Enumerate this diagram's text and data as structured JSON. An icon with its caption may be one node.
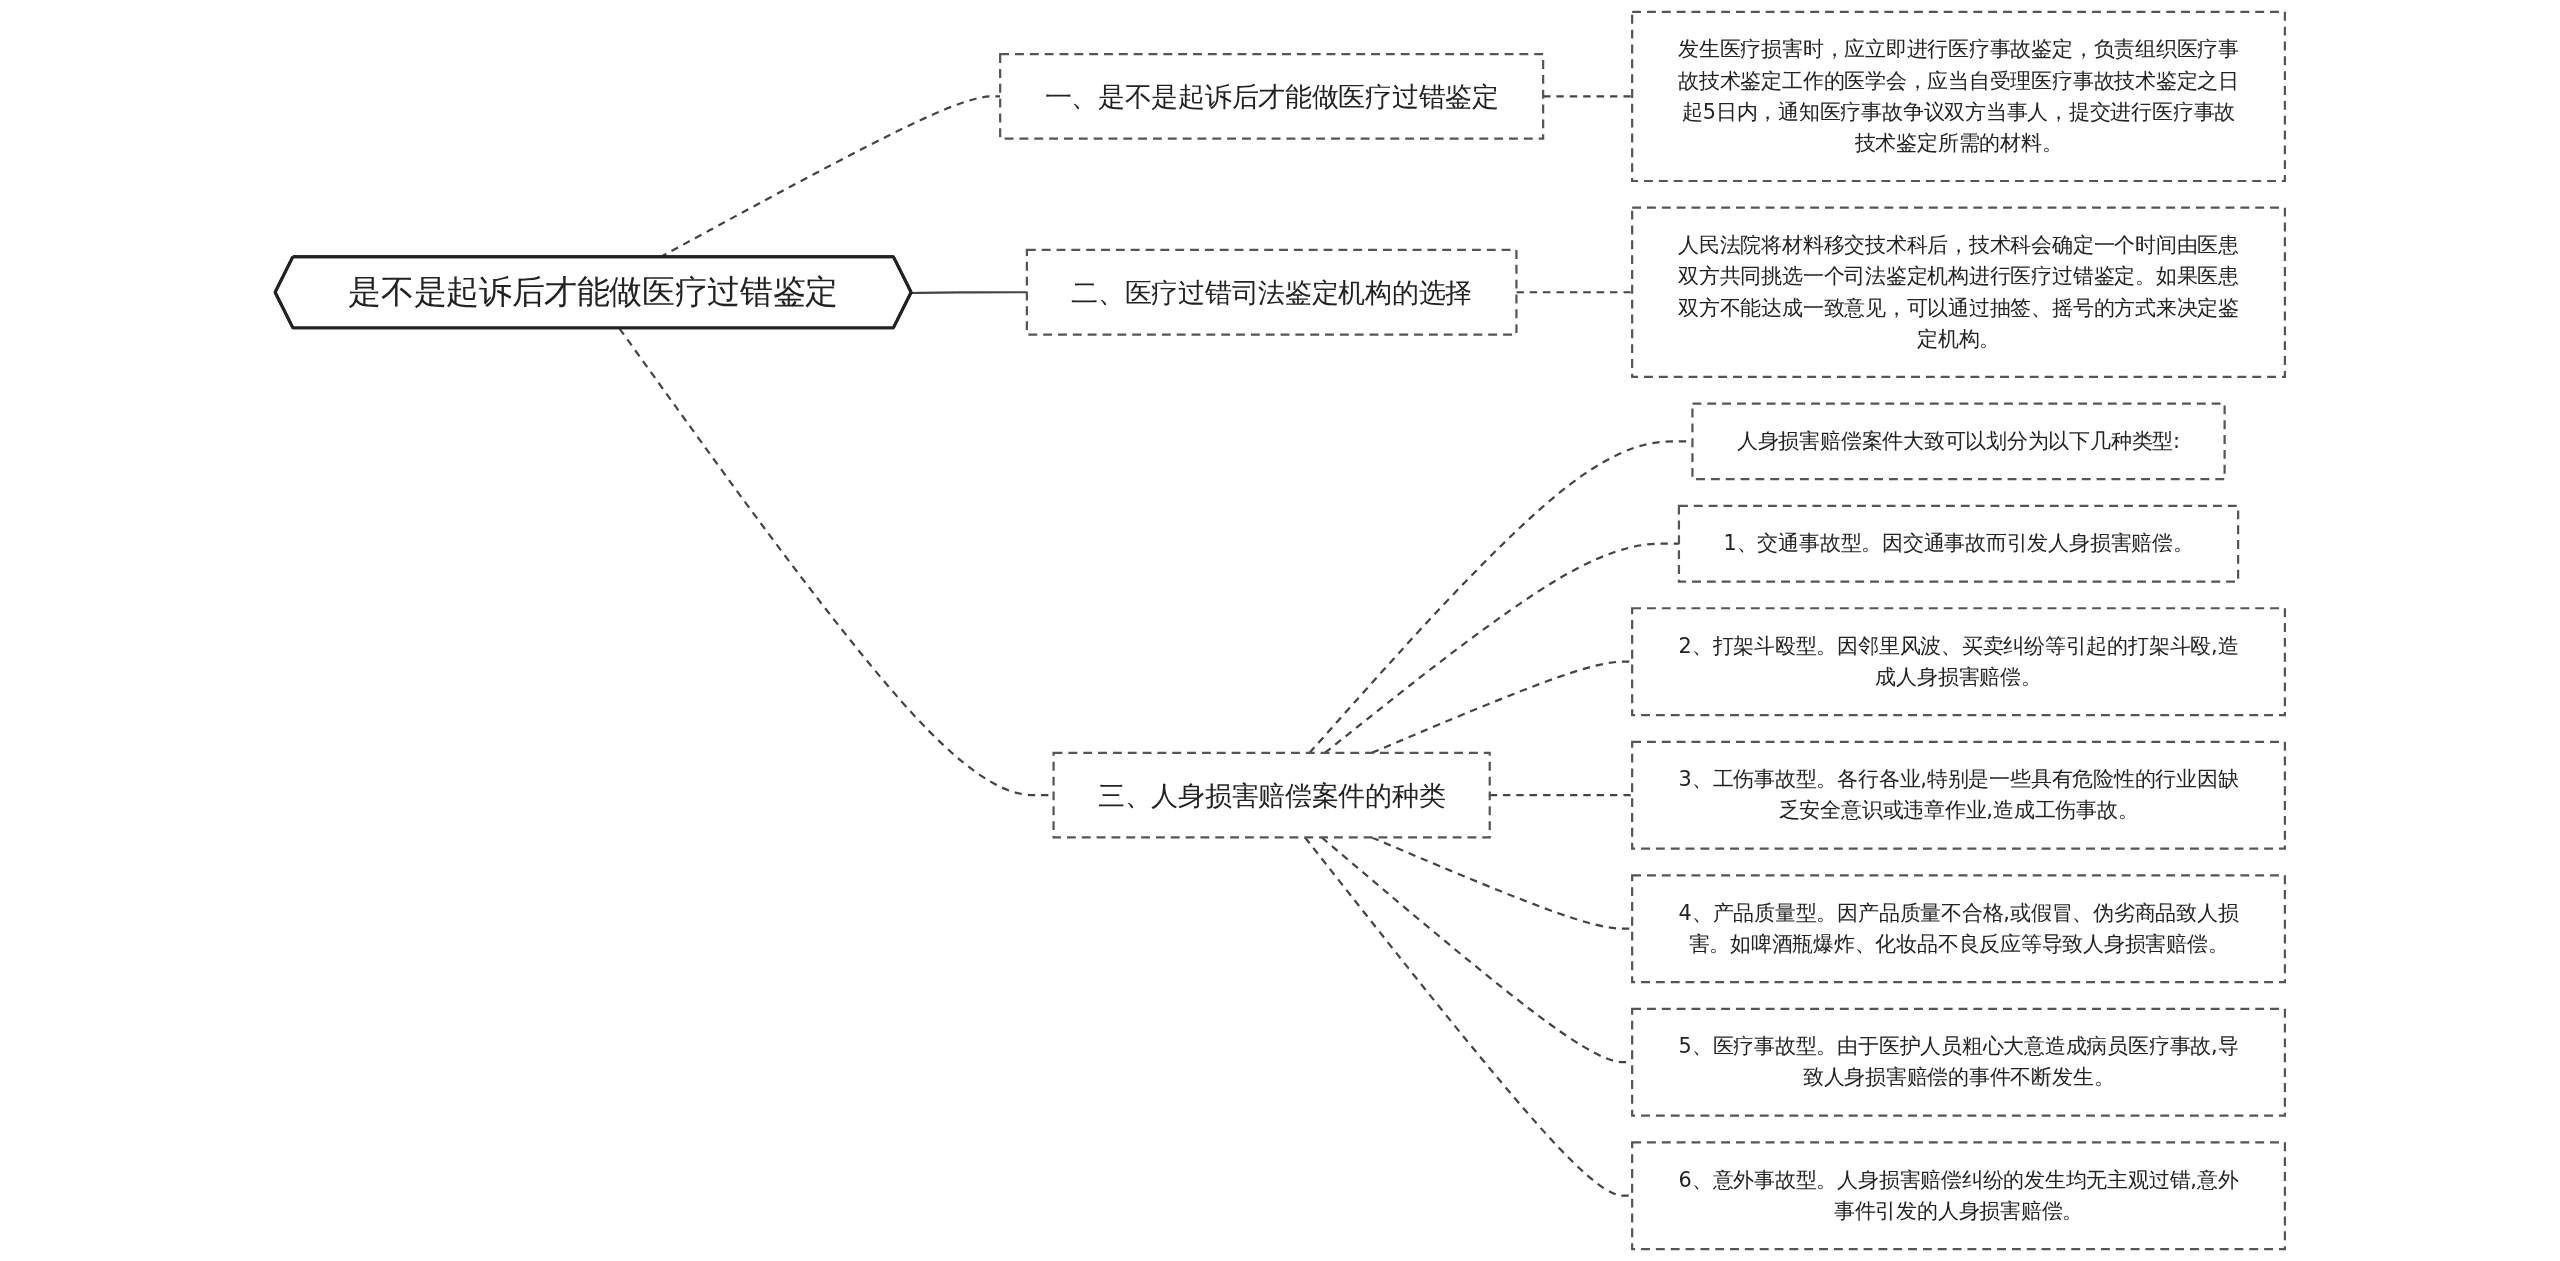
{
  "diagram": {
    "nodes": [
      {
        "text": [
          "是不是起诉后才能做医疗过错鉴定"
        ]
      },
      {
        "text": [
          "一、是不是起诉后才能做医疗过错鉴定"
        ]
      },
      {
        "text": [
          "发生医疗损害时，应立即进行医疗事故鉴定，负责组织医疗事故技术鉴定工作的医学会，应当自受理医疗事故技术鉴定之日起5日内，通知医疗事故争议双方当事人，提交进行医疗事故技术鉴定所需的材料。"
        ]
      },
      {
        "text": [
          "二、医疗过错司法鉴定机构的选择"
        ]
      },
      {
        "text": [
          "人民法院将材料移交技术科后，技术科会确定一个时间由医患双方共同挑选一个司法鉴定机构进行医疗过错鉴定。如果医患双方不能达成一致意见，可以通过抽签、摇号的方式来决定鉴定机构。"
        ]
      },
      {
        "text": [
          "三、人身损害赔偿案件的种类"
        ]
      },
      {
        "text": [
          "人身损害赔偿案件大致可以划分为以下几种类型:"
        ]
      },
      {
        "text": [
          "1、交通事故型。因交通事故而引发人身损害赔偿。"
        ]
      },
      {
        "text": [
          "2、打架斗殴型。因邻里风波、买卖纠纷等引起的打架斗殴,造成人身损害赔偿。"
        ]
      },
      {
        "text": [
          "3、工伤事故型。各行各业,特别是一些具有危险性的行业因缺乏安全意识或违章作业,造成工伤事故。"
        ]
      },
      {
        "text": [
          "4、产品质量型。因产品质量不合格,或假冒、伪劣商品致人损害。如啤酒瓶爆炸、化妆品不良反应等导致人身损害赔偿。"
        ]
      },
      {
        "text": [
          "5、医疗事故型。由于医护人员粗心大意造成病员医疗事故,导致人身损害赔偿的事件不断发生。"
        ]
      },
      {
        "text": [
          "6、意外事故型。人身损害赔偿纠纷的发生均无主观过错,意外事件引发的人身损害赔偿。"
        ]
      }
    ],
    "edges": [
      {
        "from": 0,
        "to": 1,
        "arrow": "none",
        "style": "dashed"
      },
      {
        "from": 1,
        "to": 2,
        "arrow": "none",
        "style": "dashed"
      },
      {
        "from": 0,
        "to": 3,
        "arrow": "none"
      },
      {
        "from": 3,
        "to": 4,
        "arrow": "none",
        "style": "dashed"
      },
      {
        "from": 0,
        "to": 5,
        "arrow": "none",
        "style": "dashed"
      },
      {
        "from": 5,
        "to": 6,
        "arrow": "none",
        "style": "dashed"
      },
      {
        "from": 5,
        "to": 7,
        "arrow": "none",
        "style": "dashed"
      },
      {
        "from": 5,
        "to": 8,
        "arrow": "none",
        "style": "dashed"
      },
      {
        "from": 5,
        "to": 9,
        "arrow": "none",
        "style": "dashed"
      },
      {
        "from": 5,
        "to": 10,
        "arrow": "none",
        "style": "dashed"
      },
      {
        "from": 5,
        "to": 11,
        "arrow": "none",
        "style": "dashed"
      },
      {
        "from": 5,
        "to": 12,
        "arrow": "none",
        "style": "dashed"
      }
    ]
  }
}
